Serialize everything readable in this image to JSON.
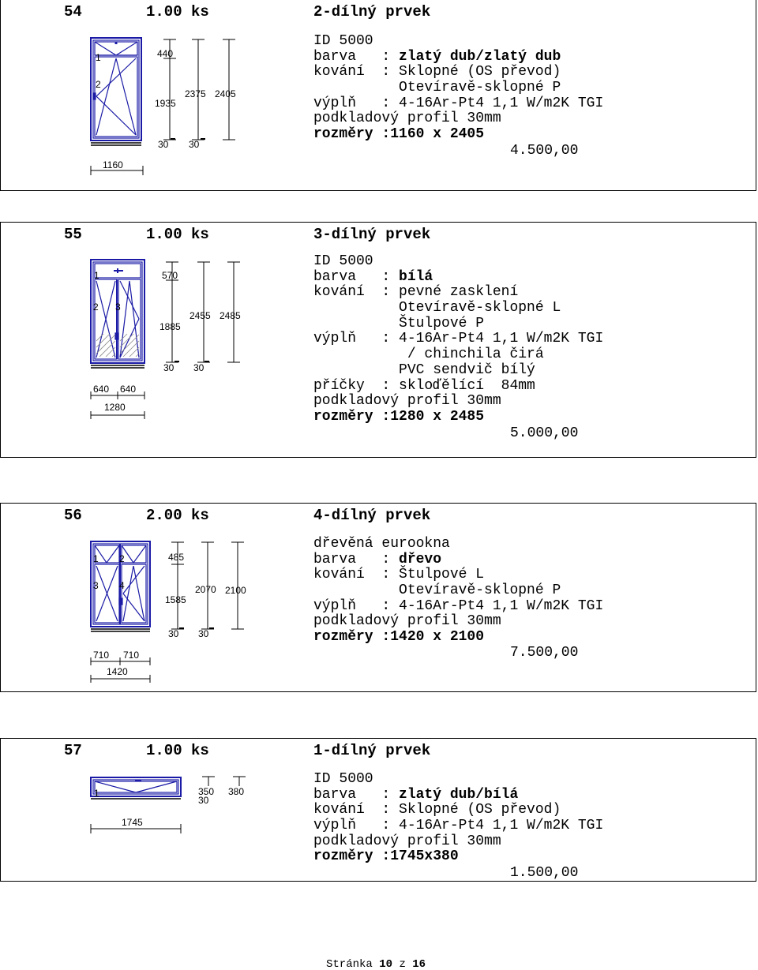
{
  "items": [
    {
      "number": "54",
      "quantity": "1.00 ks",
      "kind": "2-dílný prvek",
      "specs": [
        {
          "label": "ID 5000",
          "value": ""
        },
        {
          "label": "barva   : ",
          "value": "zlatý dub/zlatý dub",
          "bold_value": true
        },
        {
          "label": "kování  : ",
          "value": "Sklopné (OS převod)"
        },
        {
          "label": "          ",
          "value": "Otevíravě-sklopné P"
        },
        {
          "label": "výplň   : ",
          "value": "4-16Ar-Pt4 1,1 W/m2K TGI"
        },
        {
          "label": "podkladový profil 30mm",
          "value": ""
        },
        {
          "label": "rozměry :",
          "value": "1160 x 2405",
          "bold_all": true
        }
      ],
      "price": "4.500,00",
      "drawing": {
        "sash_labels": [
          "1",
          "2"
        ],
        "dims": [
          "440",
          "1935",
          "2375",
          "2405",
          "30",
          "30"
        ],
        "width_dims": [
          "1160"
        ]
      }
    },
    {
      "number": "55",
      "quantity": "1.00 ks",
      "kind": "3-dílný prvek",
      "specs": [
        {
          "label": "ID 5000",
          "value": ""
        },
        {
          "label": "barva   : ",
          "value": "bílá",
          "bold_value": true
        },
        {
          "label": "kování  : ",
          "value": "pevné zasklení"
        },
        {
          "label": "          ",
          "value": "Otevíravě-sklopné L"
        },
        {
          "label": "          ",
          "value": "Štulpové P"
        },
        {
          "label": "výplň   : ",
          "value": "4-16Ar-Pt4 1,1 W/m2K TGI"
        },
        {
          "label": "          ",
          "value": " / chinchila čirá"
        },
        {
          "label": "          ",
          "value": "PVC sendvič bílý"
        },
        {
          "label": "příčky  : ",
          "value": "skloďělící  84mm"
        },
        {
          "label": "podkladový profil 30mm",
          "value": ""
        },
        {
          "label": "rozměry :",
          "value": "1280 x 2485",
          "bold_all": true
        }
      ],
      "price": "5.000,00",
      "drawing": {
        "sash_labels": [
          "1",
          "2",
          "3"
        ],
        "dims": [
          "570",
          "1885",
          "2455",
          "2485",
          "30",
          "30"
        ],
        "width_dims": [
          "640",
          "640",
          "1280"
        ]
      }
    },
    {
      "number": "56",
      "quantity": "2.00 ks",
      "kind": "4-dílný prvek",
      "specs": [
        {
          "label": "dřevěná eurookna",
          "value": ""
        },
        {
          "label": "barva   : ",
          "value": "dřevo",
          "bold_value": true
        },
        {
          "label": "kování  : ",
          "value": "Štulpové L"
        },
        {
          "label": "          ",
          "value": "Otevíravě-sklopné P"
        },
        {
          "label": "výplň   : ",
          "value": "4-16Ar-Pt4 1,1 W/m2K TGI"
        },
        {
          "label": "podkladový profil 30mm",
          "value": ""
        },
        {
          "label": "rozměry :",
          "value": "1420 x 2100",
          "bold_all": true
        }
      ],
      "price": "7.500,00",
      "drawing": {
        "sash_labels": [
          "1",
          "2",
          "3",
          "4"
        ],
        "dims": [
          "485",
          "1585",
          "2070",
          "2100",
          "30",
          "30"
        ],
        "width_dims": [
          "710",
          "710",
          "1420"
        ]
      }
    },
    {
      "number": "57",
      "quantity": "1.00 ks",
      "kind": "1-dílný prvek",
      "specs": [
        {
          "label": "ID 5000",
          "value": ""
        },
        {
          "label": "barva   : ",
          "value": "zlatý dub/bílá",
          "bold_value": true
        },
        {
          "label": "kování  : ",
          "value": "Sklopné (OS převod)"
        },
        {
          "label": "výplň   : ",
          "value": "4-16Ar-Pt4 1,1 W/m2K TGI"
        },
        {
          "label": "podkladový profil 30mm",
          "value": ""
        },
        {
          "label": "rozměry :",
          "value": "1745x380",
          "bold_all": true
        }
      ],
      "price": "1.500,00",
      "drawing": {
        "sash_labels": [
          "1"
        ],
        "dims": [
          "350",
          "30",
          "380"
        ],
        "width_dims": [
          "1745"
        ]
      }
    }
  ],
  "footer": {
    "prefix": "Stránka",
    "page": "10",
    "middle": "z",
    "total": "16"
  },
  "colors": {
    "frame": "#1a1aa6",
    "ink": "#000000"
  }
}
